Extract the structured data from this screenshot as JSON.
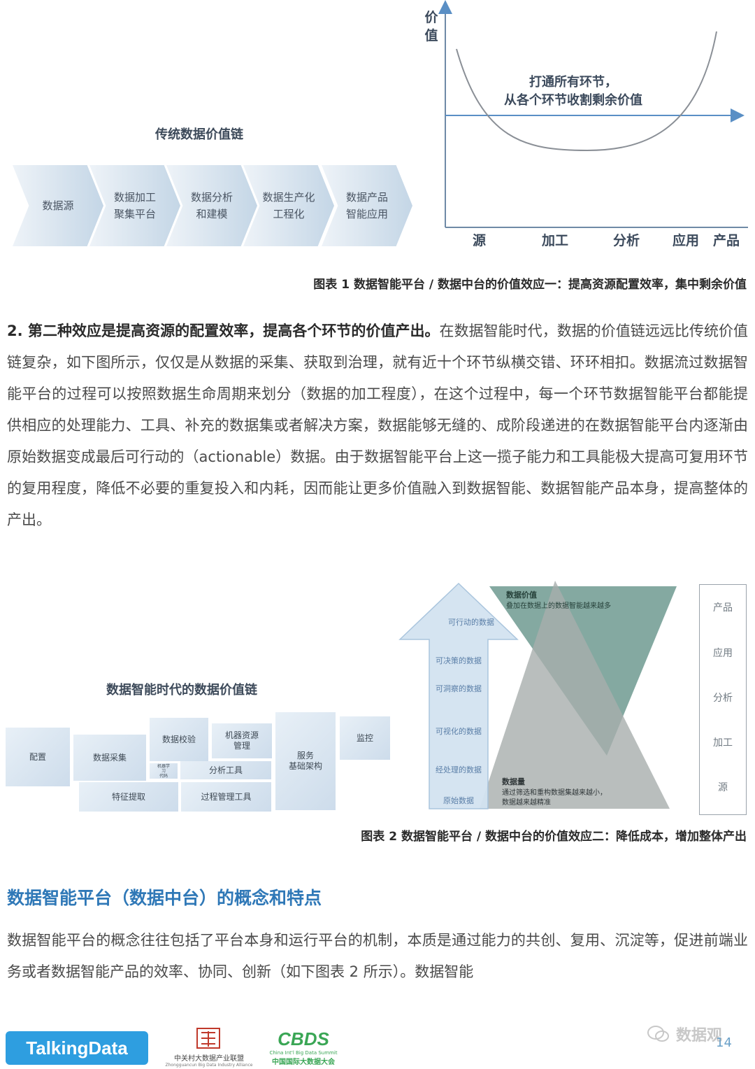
{
  "figure1": {
    "title": "传统数据价值链",
    "chain": [
      "数据源",
      "数据加工\n聚集平台",
      "数据分析\n和建模",
      "数据生产化\n工程化",
      "数据产品\n智能应用"
    ],
    "chart_data": {
      "type": "line",
      "ylabel": "价值",
      "x": [
        "源",
        "加工",
        "分析",
        "应用",
        "产品"
      ],
      "annotation": "打通所有环节，\n从各个环节收割剩余价值"
    },
    "caption": "图表 1 数据智能平台 / 数据中台的价值效应一：提高资源配置效率，集中剩余价值"
  },
  "paragraph2": {
    "lead": "2. 第二种效应是提高资源的配置效率，提高各个环节的价值产出。",
    "body": "在数据智能时代，数据的价值链远远比传统价值链复杂，如下图所示，仅仅是从数据的采集、获取到治理，就有近十个环节纵横交错、环环相扣。数据流过数据智能平台的过程可以按照数据生命周期来划分（数据的加工程度），在这个过程中，每一个环节数据智能平台都能提供相应的处理能力、工具、补充的数据集或者解决方案，数据能够无缝的、成阶段递进的在数据智能平台内逐渐由原始数据变成最后可行动的（actionable）数据。由于数据智能平台上这一揽子能力和工具能极大提高可复用环节的复用程度，降低不必要的重复投入和内耗，因而能让更多价值融入到数据智能、数据智能产品本身，提高整体的产出。"
  },
  "figure2": {
    "title": "数据智能时代的数据价值链",
    "blocks": {
      "config": "配置",
      "collect": "数据采集",
      "validate": "数据校验",
      "machine": "机器资源\n管理",
      "service": "服务\n基础架构",
      "monitor": "监控",
      "ml": "机器学\n习\n代码",
      "analysis": "分析工具",
      "feature": "特征提取",
      "process": "过程管理工具"
    },
    "arrow_levels": [
      "可行动的数据",
      "可决策的数据",
      "可洞察的数据",
      "可视化的数据",
      "经处理的数据",
      "原始数据"
    ],
    "value_title": "数据价值",
    "value_desc": "叠加在数据上的数据智能越来越多",
    "volume_title": "数据量",
    "volume_desc1": "通过筛选和重构数据集越来越小，",
    "volume_desc2": "数据越来越精准",
    "side_labels": [
      "产品",
      "应用",
      "分析",
      "加工",
      "源"
    ],
    "caption": "图表 2 数据智能平台 / 数据中台的价值效应二：降低成本，增加整体产出"
  },
  "section": {
    "heading": "数据智能平台（数据中台）的概念和特点",
    "body": "数据智能平台的概念往往包括了平台本身和运行平台的机制，本质是通过能力的共创、复用、沉淀等，促进前端业务或者数据智能产品的效率、协同、创新（如下图表 2 所示）。数据智能"
  },
  "footer": {
    "logo1": "TalkingData",
    "logo2_line1": "中关村大数据产业联盟",
    "logo2_line2": "Zhongguancun Big Data Industry Alliance",
    "logo3_main": "CBDS",
    "logo3_sub1": "China Int'l Big Data Summit",
    "logo3_sub2": "中国国际大数据大会",
    "watermark": "数据观",
    "page_number": "14"
  },
  "colors": {
    "heading_blue": "#2f78b7",
    "teal": "#5b8a80",
    "grey_triangle": "#9da5a3",
    "arrow_blue": "#cfe0ef"
  }
}
